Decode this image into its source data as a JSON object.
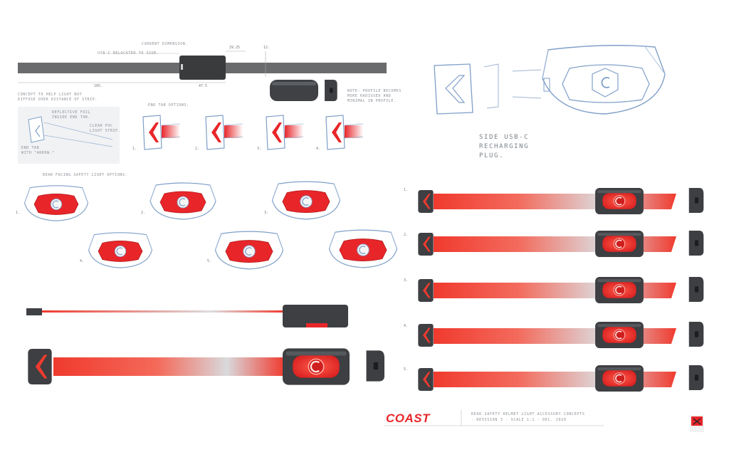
{
  "annotations": {
    "current_dimension": "CURRENT DIMENSION.",
    "usbc_relocated": "USB-C RELOCATED TO SIDE.",
    "dim_2925": "29.25",
    "dim_12": "12.",
    "dim_165": "165.",
    "dim_475": "47.5",
    "concept_note": "CONCEPT TO HELP LIGHT NOT\nDIFFUSE OVER DISTANCE OF STRIP.",
    "reflective_foil": "REFLECTIVE FOIL\nINSIDE END TAB.",
    "clear_pvc": "CLEAR PVC\nLIGHT STRIP.",
    "end_tab_arrow": "END TAB\nWITH \"ARROW.\"",
    "profile_note": "NOTE: PROFILE BECOMES\nMORE RADIUSED AND\nMINIMAL IN PROFILE.",
    "end_tab_options": "END TAB OPTIONS:",
    "rear_facing_options": "REAR FACING SAFETY LIGHT OPTIONS:",
    "side_usbc": "SIDE USB-C\nRECHARGING\nPLUG."
  },
  "option_numbers": [
    "1.",
    "2.",
    "3.",
    "4.",
    "5."
  ],
  "brand": {
    "name": "COAST"
  },
  "title_block": {
    "line1": "REAR SAFETY HELMET LIGHT ACCESSORY CONCEPTS",
    "line2": "- REVISION 3 - SCALE 1:1 - DEC. 2020"
  },
  "colors": {
    "accent_red": "#e8262a",
    "housing_dark": "#3d3f42",
    "sketch_blue": "#7f9fc8"
  }
}
